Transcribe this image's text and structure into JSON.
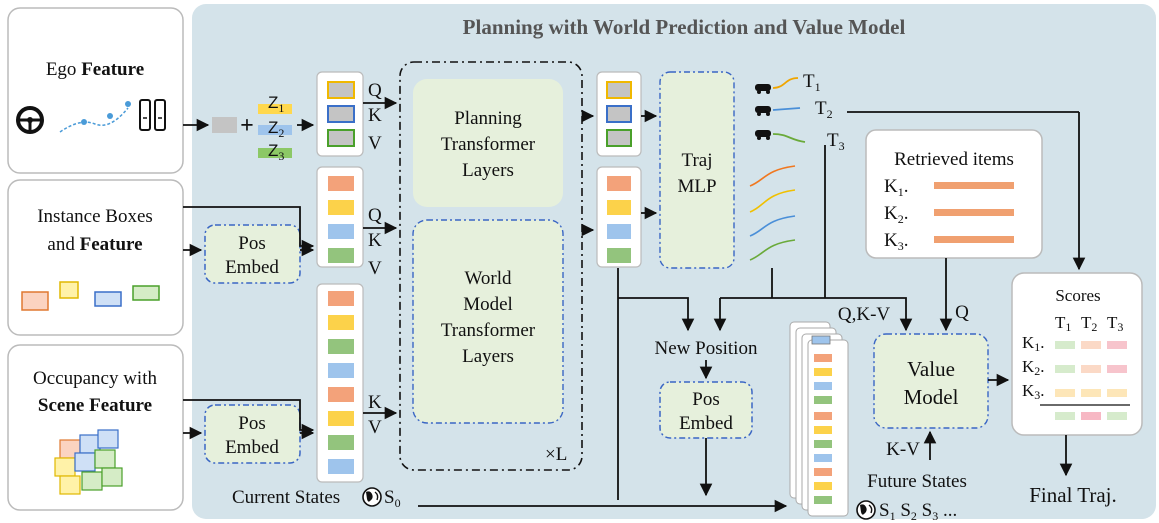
{
  "title": "Planning with World Prediction and Value Model",
  "inputs": {
    "ego": {
      "label": "Ego ",
      "bold": "Feature"
    },
    "instance": {
      "line1": "Instance Boxes",
      "line2": "and ",
      "bold": "Feature"
    },
    "occupancy": {
      "line1": "Occupancy with",
      "bold": "Scene Feature"
    }
  },
  "pos_embed": {
    "line1": "Pos",
    "line2": "Embed"
  },
  "z_tokens": [
    {
      "label": "Z",
      "sub": "1",
      "color": "#ffd84d"
    },
    {
      "label": "Z",
      "sub": "2",
      "color": "#9ec4ec"
    },
    {
      "label": "Z",
      "sub": "3",
      "color": "#8cc866"
    }
  ],
  "plus": "+",
  "qkv": {
    "q": "Q",
    "k": "K",
    "v": "V"
  },
  "planning_transformer": [
    "Planning",
    "Transformer",
    "Layers"
  ],
  "world_model_transformer": [
    "World",
    "Model",
    "Transformer",
    "Layers"
  ],
  "repeat": "×L",
  "traj_mlp": [
    "Traj",
    "MLP"
  ],
  "trajectories": [
    {
      "label": "T",
      "sub": "1",
      "color": "#f0a500"
    },
    {
      "label": "T",
      "sub": "2",
      "color": "#4a8fd8"
    },
    {
      "label": "T",
      "sub": "3",
      "color": "#6aaa3a"
    }
  ],
  "mlp_curves": [
    "#f07820",
    "#f0c000",
    "#4a8fd8",
    "#6aaa3a"
  ],
  "retrieved": {
    "title": "Retrieved items",
    "items": [
      {
        "label": "K",
        "sub": "1",
        "suffix": "."
      },
      {
        "label": "K",
        "sub": "2",
        "suffix": "."
      },
      {
        "label": "K",
        "sub": "3",
        "suffix": "."
      }
    ],
    "bar_color": "#f0a070"
  },
  "scores": {
    "title": "Scores",
    "cols": [
      {
        "label": "T",
        "sub": "1"
      },
      {
        "label": "T",
        "sub": "2"
      },
      {
        "label": "T",
        "sub": "3"
      }
    ],
    "rows": [
      {
        "label": "K",
        "sub": "1",
        "suffix": "."
      },
      {
        "label": "K",
        "sub": "2",
        "suffix": "."
      },
      {
        "label": "K",
        "sub": "3",
        "suffix": "."
      }
    ],
    "cell_colors": [
      [
        "#d6ebcc",
        "#fbd9c6",
        "#f7c4cc"
      ],
      [
        "#d6ebcc",
        "#fbd9c6",
        "#f7c4cc"
      ],
      [
        "#fde6b8",
        "#fde6b8",
        "#fde6b8"
      ],
      [
        "#d6ebcc",
        "#f7b8c4",
        "#d6ebcc"
      ]
    ]
  },
  "value_model": [
    "Value",
    "Model"
  ],
  "qkv_value": "Q,K-V",
  "q_value": "Q",
  "kv_label": "K-V",
  "new_position": "New Position",
  "future_states": {
    "line1": "Future States",
    "line2": "S",
    "subs": [
      "1",
      "2",
      "3"
    ],
    "ellipsis": "..."
  },
  "current_states": {
    "label": "Current States",
    "s": "S",
    "sub": "0"
  },
  "final": "Final Traj.",
  "colors": {
    "panel_bg": "#d4e3ea",
    "green_box": "#e6f0dc",
    "dash_blue": "#3a66c4",
    "token_orange": "#f3a27a",
    "token_yellow": "#fcd24a",
    "token_blue": "#9ec4ec",
    "token_green": "#93c47d",
    "token_gray": "#c4c4c4"
  }
}
